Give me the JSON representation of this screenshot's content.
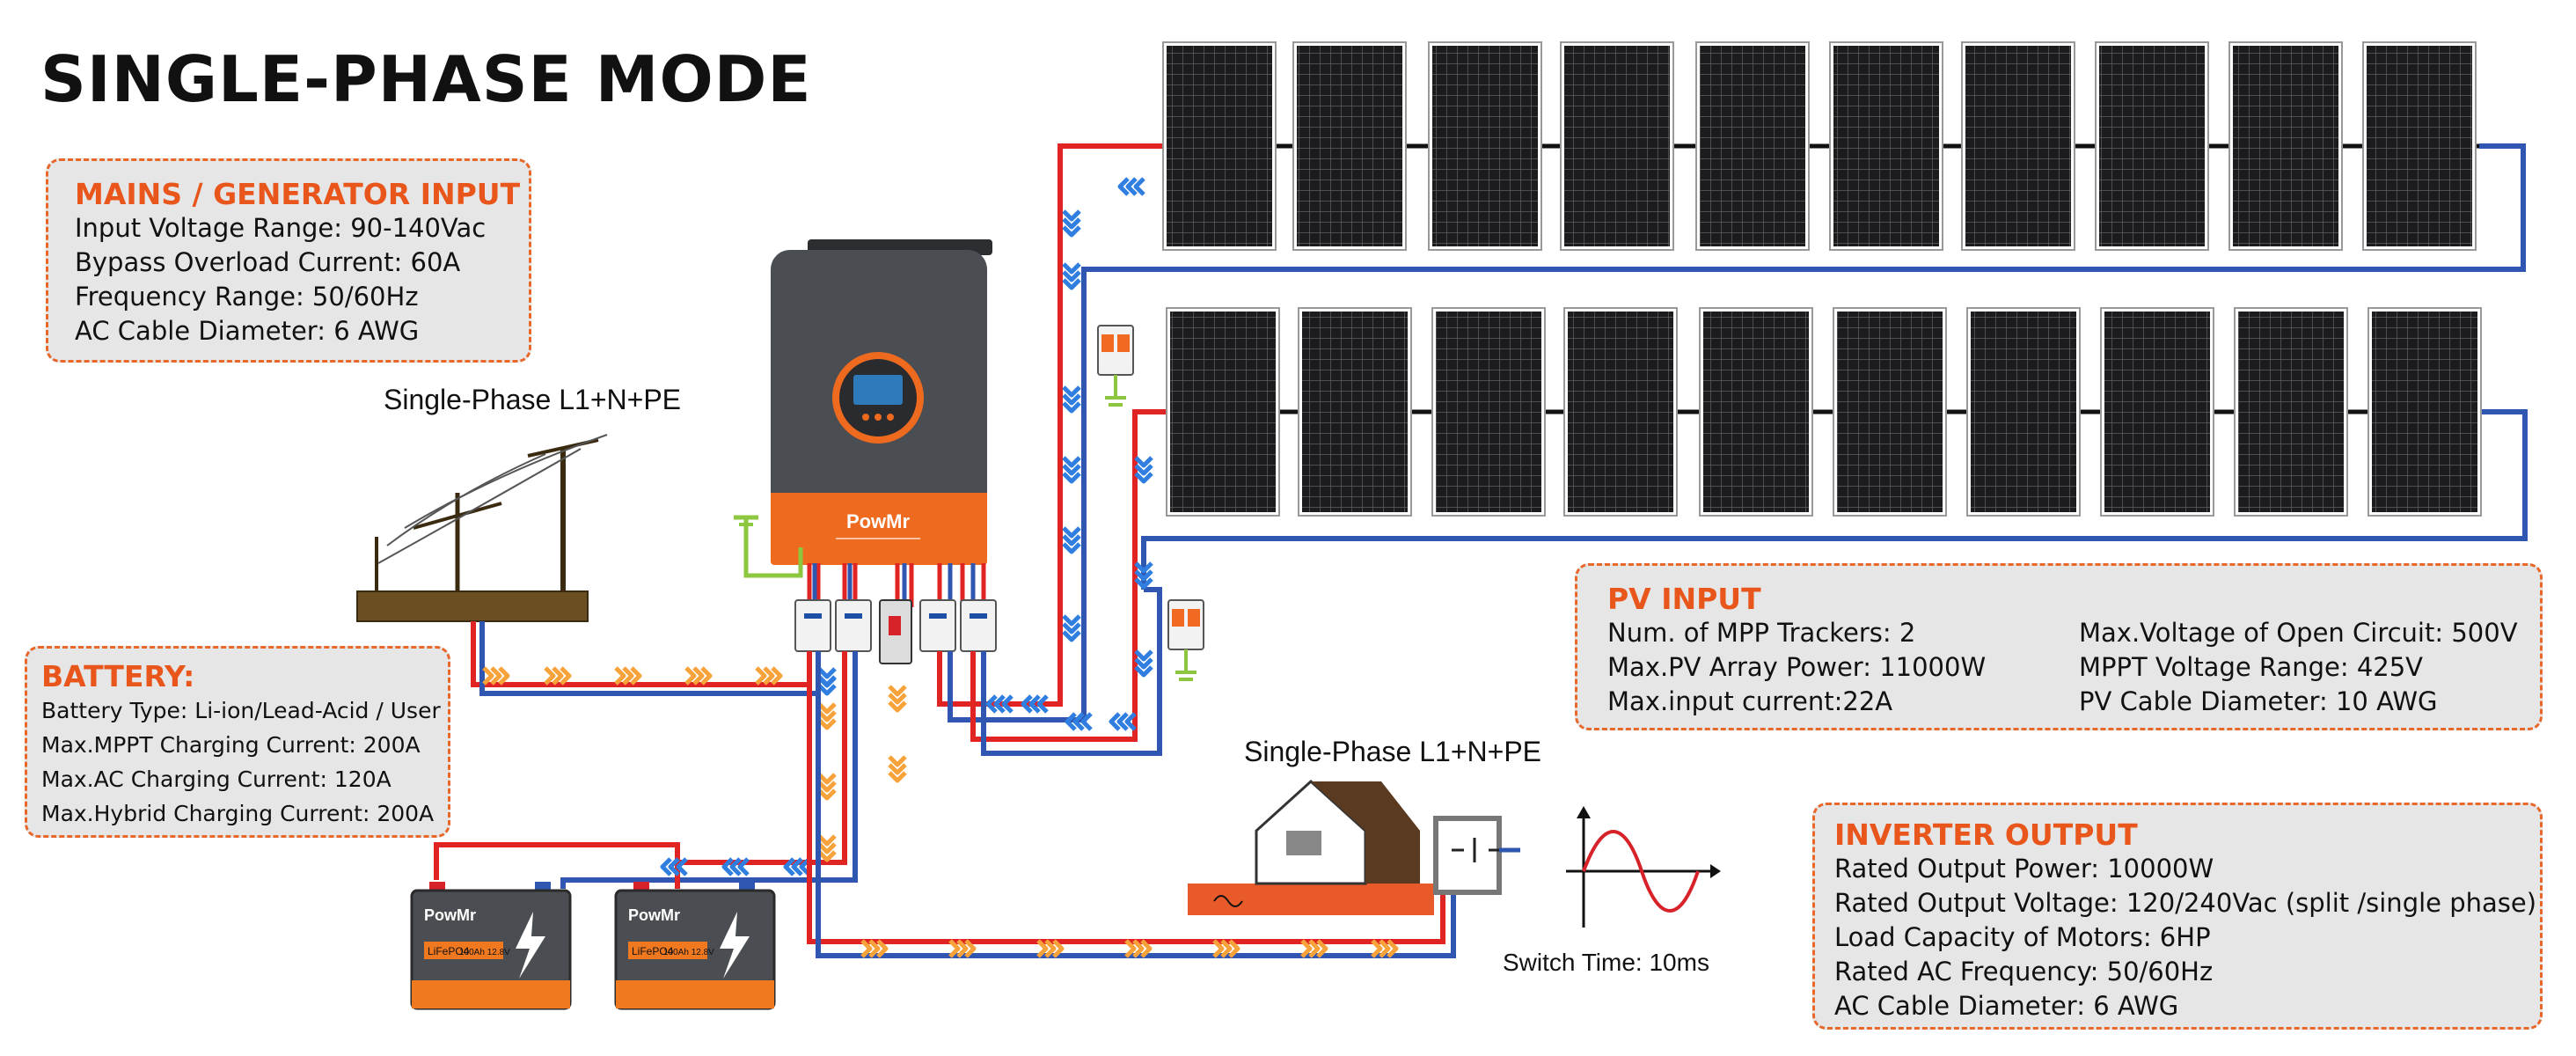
{
  "title": "SINGLE-PHASE MODE",
  "mains": {
    "heading": "MAINS / GENERATOR INPUT",
    "lines": [
      "Input Voltage Range: 90-140Vac",
      "Bypass Overload Current: 60A",
      "Frequency Range: 50/60Hz",
      "AC Cable Diameter: 6 AWG"
    ]
  },
  "grid_label": "Single-Phase L1+N+PE",
  "battery": {
    "heading": "BATTERY:",
    "lines": [
      "Battery Type: Li-ion/Lead-Acid / User",
      "Max.MPPT Charging Current: 200A",
      "Max.AC Charging Current: 120A",
      "Max.Hybrid Charging Current: 200A"
    ]
  },
  "pv": {
    "heading": "PV INPUT",
    "left": [
      "Num. of MPP Trackers: 2",
      "Max.PV Array Power: 11000W",
      "Max.input current:22A"
    ],
    "right": [
      "Max.Voltage of Open Circuit: 500V",
      "MPPT Voltage Range: 425V",
      "PV Cable Diameter: 10 AWG"
    ]
  },
  "load_label": "Single-Phase L1+N+PE",
  "switch_time": "Switch Time: 10ms",
  "inverter_out": {
    "heading": "INVERTER OUTPUT",
    "lines": [
      "Rated Output Power: 10000W",
      "Rated Output Voltage: 120/240Vac (split /single phase)",
      "Load Capacity of Motors: 6HP",
      "Rated AC Frequency: 50/60Hz",
      "AC Cable Diameter: 6 AWG"
    ]
  },
  "inverter": {
    "brand": "PowMr"
  },
  "batteries": [
    {
      "brand": "PowMr",
      "chem": "LiFePO4",
      "spec": "100Ah 12.8V"
    },
    {
      "brand": "PowMr",
      "chem": "LiFePO4",
      "spec": "100Ah 12.8V"
    }
  ],
  "colors": {
    "accent": "#e8561c",
    "positive": "#e02424",
    "negative": "#2f56b0",
    "flow": "#f7a23b",
    "box_bg": "#e6e6e6",
    "inverter_body": "#4a4d52",
    "inverter_base": "#ee6a1f"
  }
}
